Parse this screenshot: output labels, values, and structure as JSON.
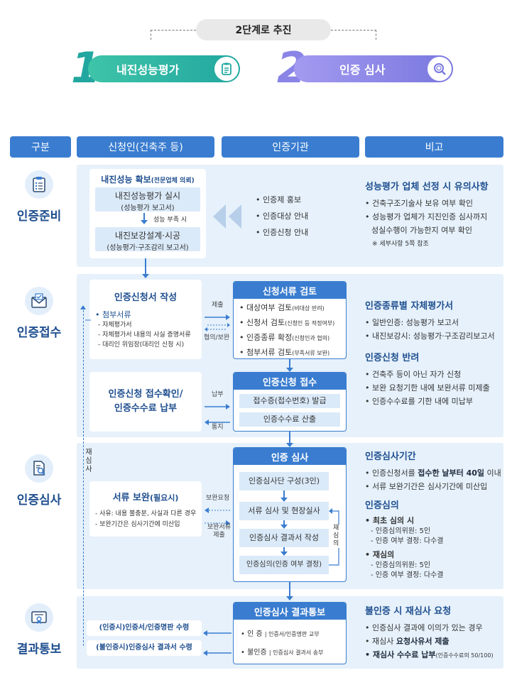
{
  "header": {
    "stage_title": "2단계로 추진",
    "step1_num": "1",
    "step1_label": "내진성능평가",
    "step2_num": "2",
    "step2_label": "인증 심사"
  },
  "columns": [
    "구분",
    "신청인(건축주 등)",
    "인증기관",
    "비고"
  ],
  "categories": [
    "인증준비",
    "인증접수",
    "인증심사",
    "결과통보"
  ],
  "prep": {
    "box_title": "내진성능 확보",
    "box_title_sub": "(전문업체 의뢰)",
    "item1": "내진성능평가 실시",
    "item1_sub": "(성능평가 보고서)",
    "arrow_note": "성능 부족 시",
    "item2": "내진보강설계·시공",
    "item2_sub": "(성능평가·구조감리 보고서)",
    "agency": [
      "• 인증제 홍보",
      "• 인증대상 안내",
      "• 인증신청 안내"
    ],
    "note_title": "성능평가 업체 선정 시 유의사항",
    "notes": [
      "• 건축구조기술사 보유 여부 확인",
      "• 성능평가 업체가 지진인증 심사까지",
      "  성실수행이 가능한지 여부 확인"
    ],
    "ref": "※ 세부사항 5쪽 참조"
  },
  "receipt": {
    "app_title": "인증신청서 작성",
    "attach_title": "• 첨부서류",
    "attach": [
      "- 자체평가서",
      "- 자체평가서 내용의 사실 증명서류",
      "- 대리인 위임장(대리인 신청 시)"
    ],
    "submit": "제출",
    "consult": "협의/보완",
    "review_title": "신청서류 검토",
    "review_items": [
      {
        "main": "• 대상여부 검토",
        "sub": "(비대상 반려)"
      },
      {
        "main": "• 신청서 검토",
        "sub": "(신청인 등 적정여부)"
      },
      {
        "main": "• 인증종류 확정",
        "sub": "(신청인과 협의)"
      },
      {
        "main": "• 첨부서류 검토",
        "sub": "(부족서류 보완)"
      }
    ],
    "confirm_title1": "인증신청 접수확인/",
    "confirm_title2": "인증수수료 납부",
    "pay": "납부",
    "notify": "통지",
    "accept_title": "인증신청 접수",
    "accept_items": [
      "접수증(접수번호) 발급",
      "인증수수료 산출"
    ],
    "note1_title": "인증종류별 자체평가서",
    "note1": [
      "• 일반인증: 성능평가 보고서",
      "• 내진보강시: 성능평가·구조감리보고서"
    ],
    "note2_title": "인증신청 반려",
    "note2": [
      "• 건축주 등이 아닌 자가 신청",
      "• 보완 요청기한 내에 보완서류 미제출",
      "• 인증수수료를 기한 내에 미납부"
    ]
  },
  "review": {
    "reexam_vertical": "재심사",
    "supp_title": "서류 보완",
    "supp_title_sub": "(필요시)",
    "supp_items": [
      "- 사유: 내용 불충분, 사실과 다른 경우",
      "- 보완기간은 심사기간에 미산입"
    ],
    "req_label": "보완요청",
    "submit_label1": "보완서류",
    "submit_label2": "제출",
    "exam_title": "인증 심사",
    "exam_items": [
      "인증심사단 구성(3인)",
      "서류 심사 및 현장실사",
      "인증심사 결과서 작성",
      "인증심의(인증 여부 결정)"
    ],
    "rereview_vertical": "재심의",
    "note1_title": "인증심사기간",
    "note1_a_pre": "• 인증신청서를 ",
    "note1_a_bold": "접수한 날부터 40일",
    "note1_a_post": " 이내",
    "note1_b": "• 서류 보완기간은 심사기간에 미산입",
    "note2_title": "인증심의",
    "first_title": "• 최초 심의 시",
    "first_items": [
      "- 인증심의위원: 5인",
      "- 인증 여부 결정: 다수결"
    ],
    "re_title": "• 재심의",
    "re_items": [
      "- 인증심의위원: 5인",
      "- 인증 여부 결정: 다수결"
    ]
  },
  "result": {
    "out1": "(인증시)인증서/인증명판 수령",
    "out2": "(불인증시)인증심사 결과서 수령",
    "notice_title": "인증심사 결과통보",
    "notice1_main": "• 인  증",
    "notice1_sub": "| 인증서/인증명판 교부",
    "notice2_main": "• 불인증",
    "notice2_sub": "| 인증심사 결과서 송부",
    "note_title": "불인증 시 재심사 요청",
    "n1": "• 인증심사 결과에 이의가 있는 경우",
    "n2_pre": "• 재심사 ",
    "n2_bold": "요청사유서 제출",
    "n3_bold": "• 재심사 수수료 납부",
    "n3_small": "(인증수수료의 50/100)"
  },
  "colors": {
    "accent": "#3a7dd0",
    "teal": "#22a7a0",
    "purple": "#8a84e6",
    "section": "#e6f1fb"
  }
}
